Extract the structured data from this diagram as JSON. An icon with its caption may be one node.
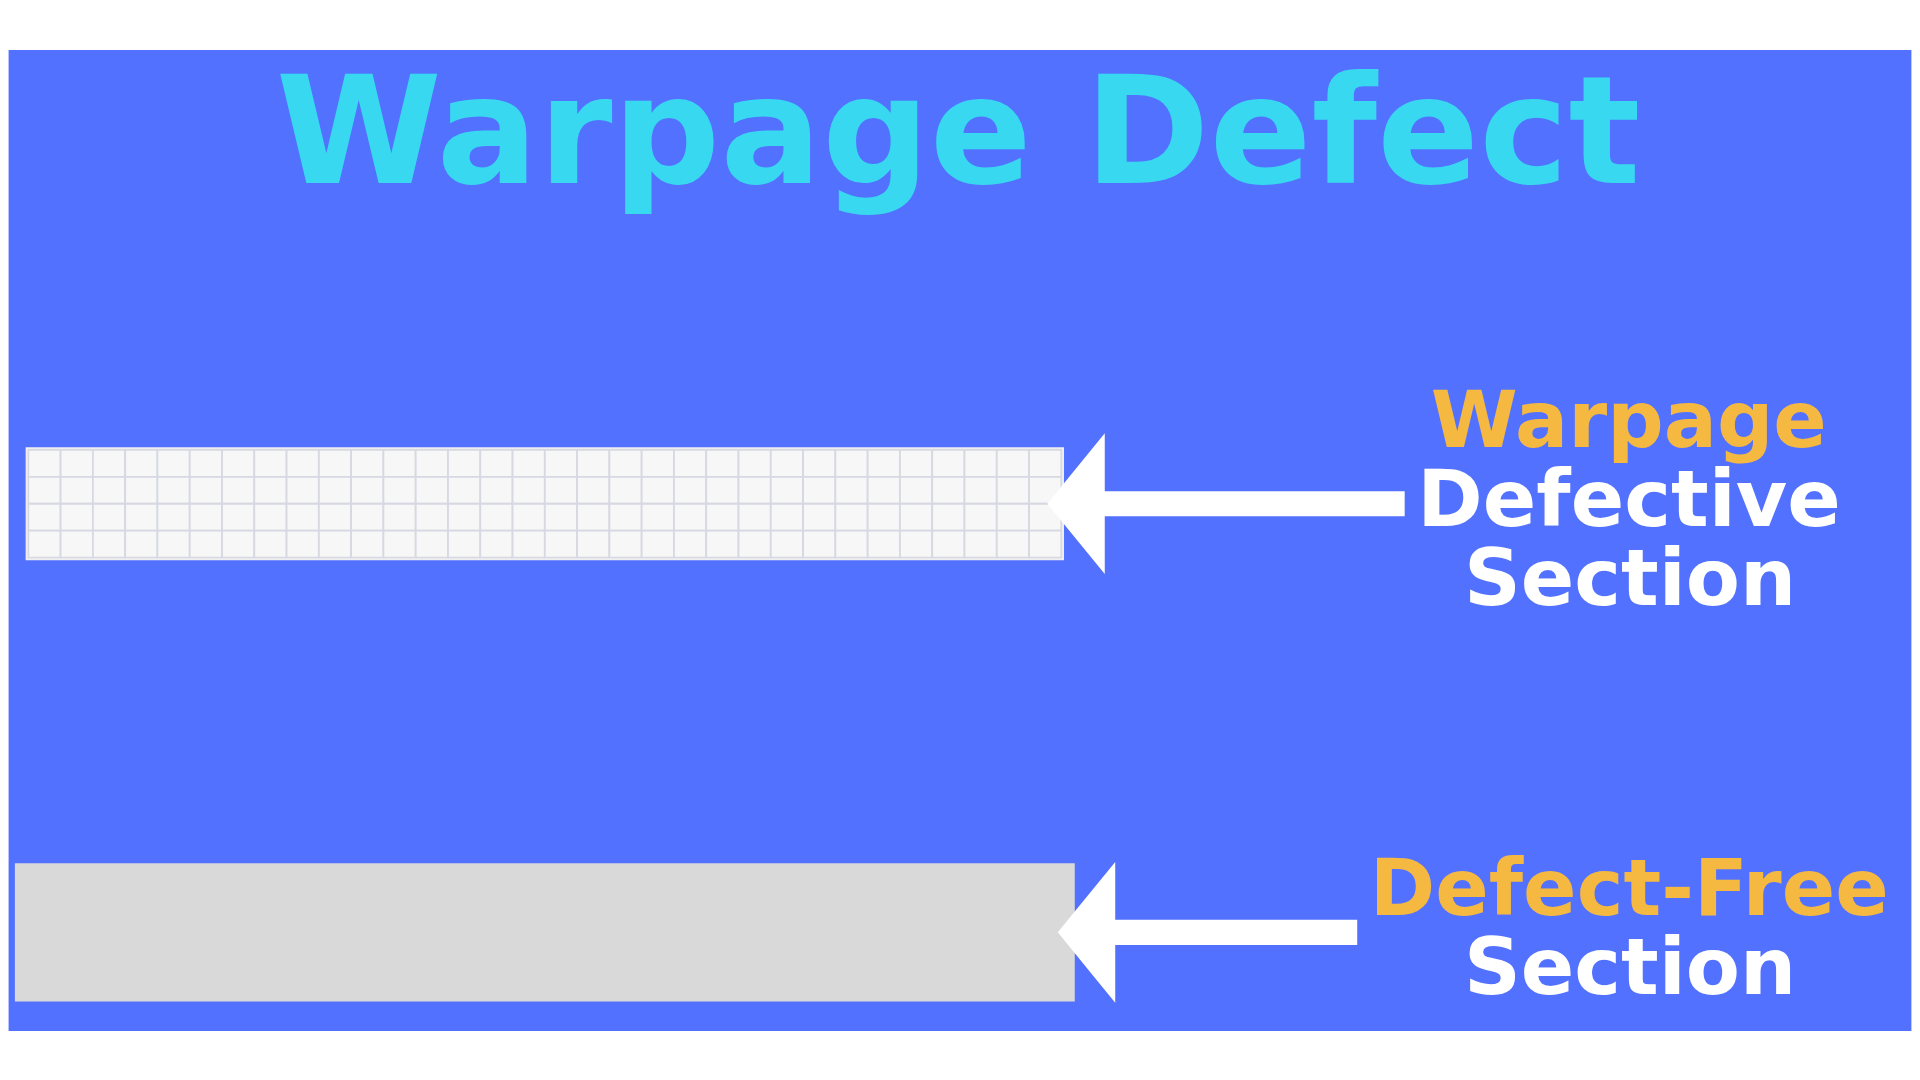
{
  "diagram": {
    "title": "Warpage Defect",
    "nodes": [
      {
        "text": [],
        "shape": "picture"
      },
      {
        "text": [
          "Warpage",
          "Defective Section"
        ]
      },
      {
        "text": [],
        "shape": "bar"
      },
      {
        "text": [
          "Defect-Free",
          "Section"
        ]
      }
    ],
    "edges": [
      {
        "from": 1,
        "to": 0,
        "arrow": "to"
      },
      {
        "from": 3,
        "to": 2,
        "arrow": "to"
      }
    ]
  }
}
